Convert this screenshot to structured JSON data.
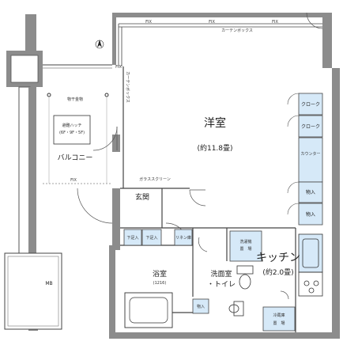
{
  "rooms": {
    "western_room": "洋室",
    "western_room_size": "(約11.8畳)",
    "balcony": "バルコニー",
    "entrance": "玄関",
    "bathroom": "浴室",
    "bathroom_unit": "(1216)",
    "washroom_line1": "洗面室",
    "washroom_line2": "・トイレ",
    "kitchen": "キッチン",
    "kitchen_size": "(約2.0畳)",
    "mb": "MB"
  },
  "storage": {
    "closet_1": "クローク",
    "closet_2": "クローク",
    "counter": "カウンター",
    "monoire_1": "物入",
    "monoire_2": "物入",
    "monoire_bath": "物入",
    "shoe_1": "下足入",
    "shoe_2": "下足入",
    "linen": "リネン庫",
    "washer_line1": "洗濯機",
    "washer_line2": "置　場",
    "fridge_line1": "冷蔵庫",
    "fridge_line2": "置　場"
  },
  "notes": {
    "fix": "FIX",
    "curtain_box": "カーテンボックス",
    "glass_screen": "ガラススクリーン",
    "drying_rack": "物干金物",
    "hatch_title": "避難ハッチ",
    "hatch_size": "(6F・9F・5F)"
  },
  "colors": {
    "wall": "#8c8c8c",
    "storage_fill": "#d6e9f8",
    "line": "#333333"
  }
}
